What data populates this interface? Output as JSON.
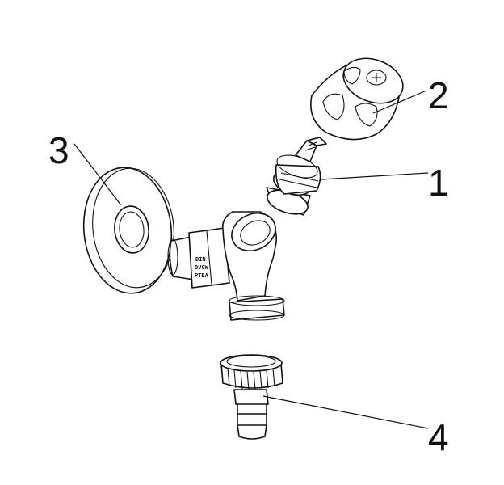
{
  "callouts": [
    {
      "id": "1",
      "label": "1"
    },
    {
      "id": "2",
      "label": "2"
    },
    {
      "id": "3",
      "label": "3"
    },
    {
      "id": "4",
      "label": "4"
    }
  ],
  "body_stamp": [
    "DIN",
    "DVGW",
    "PTBA"
  ],
  "colors": {
    "line": "#111111",
    "background": "#ffffff"
  }
}
